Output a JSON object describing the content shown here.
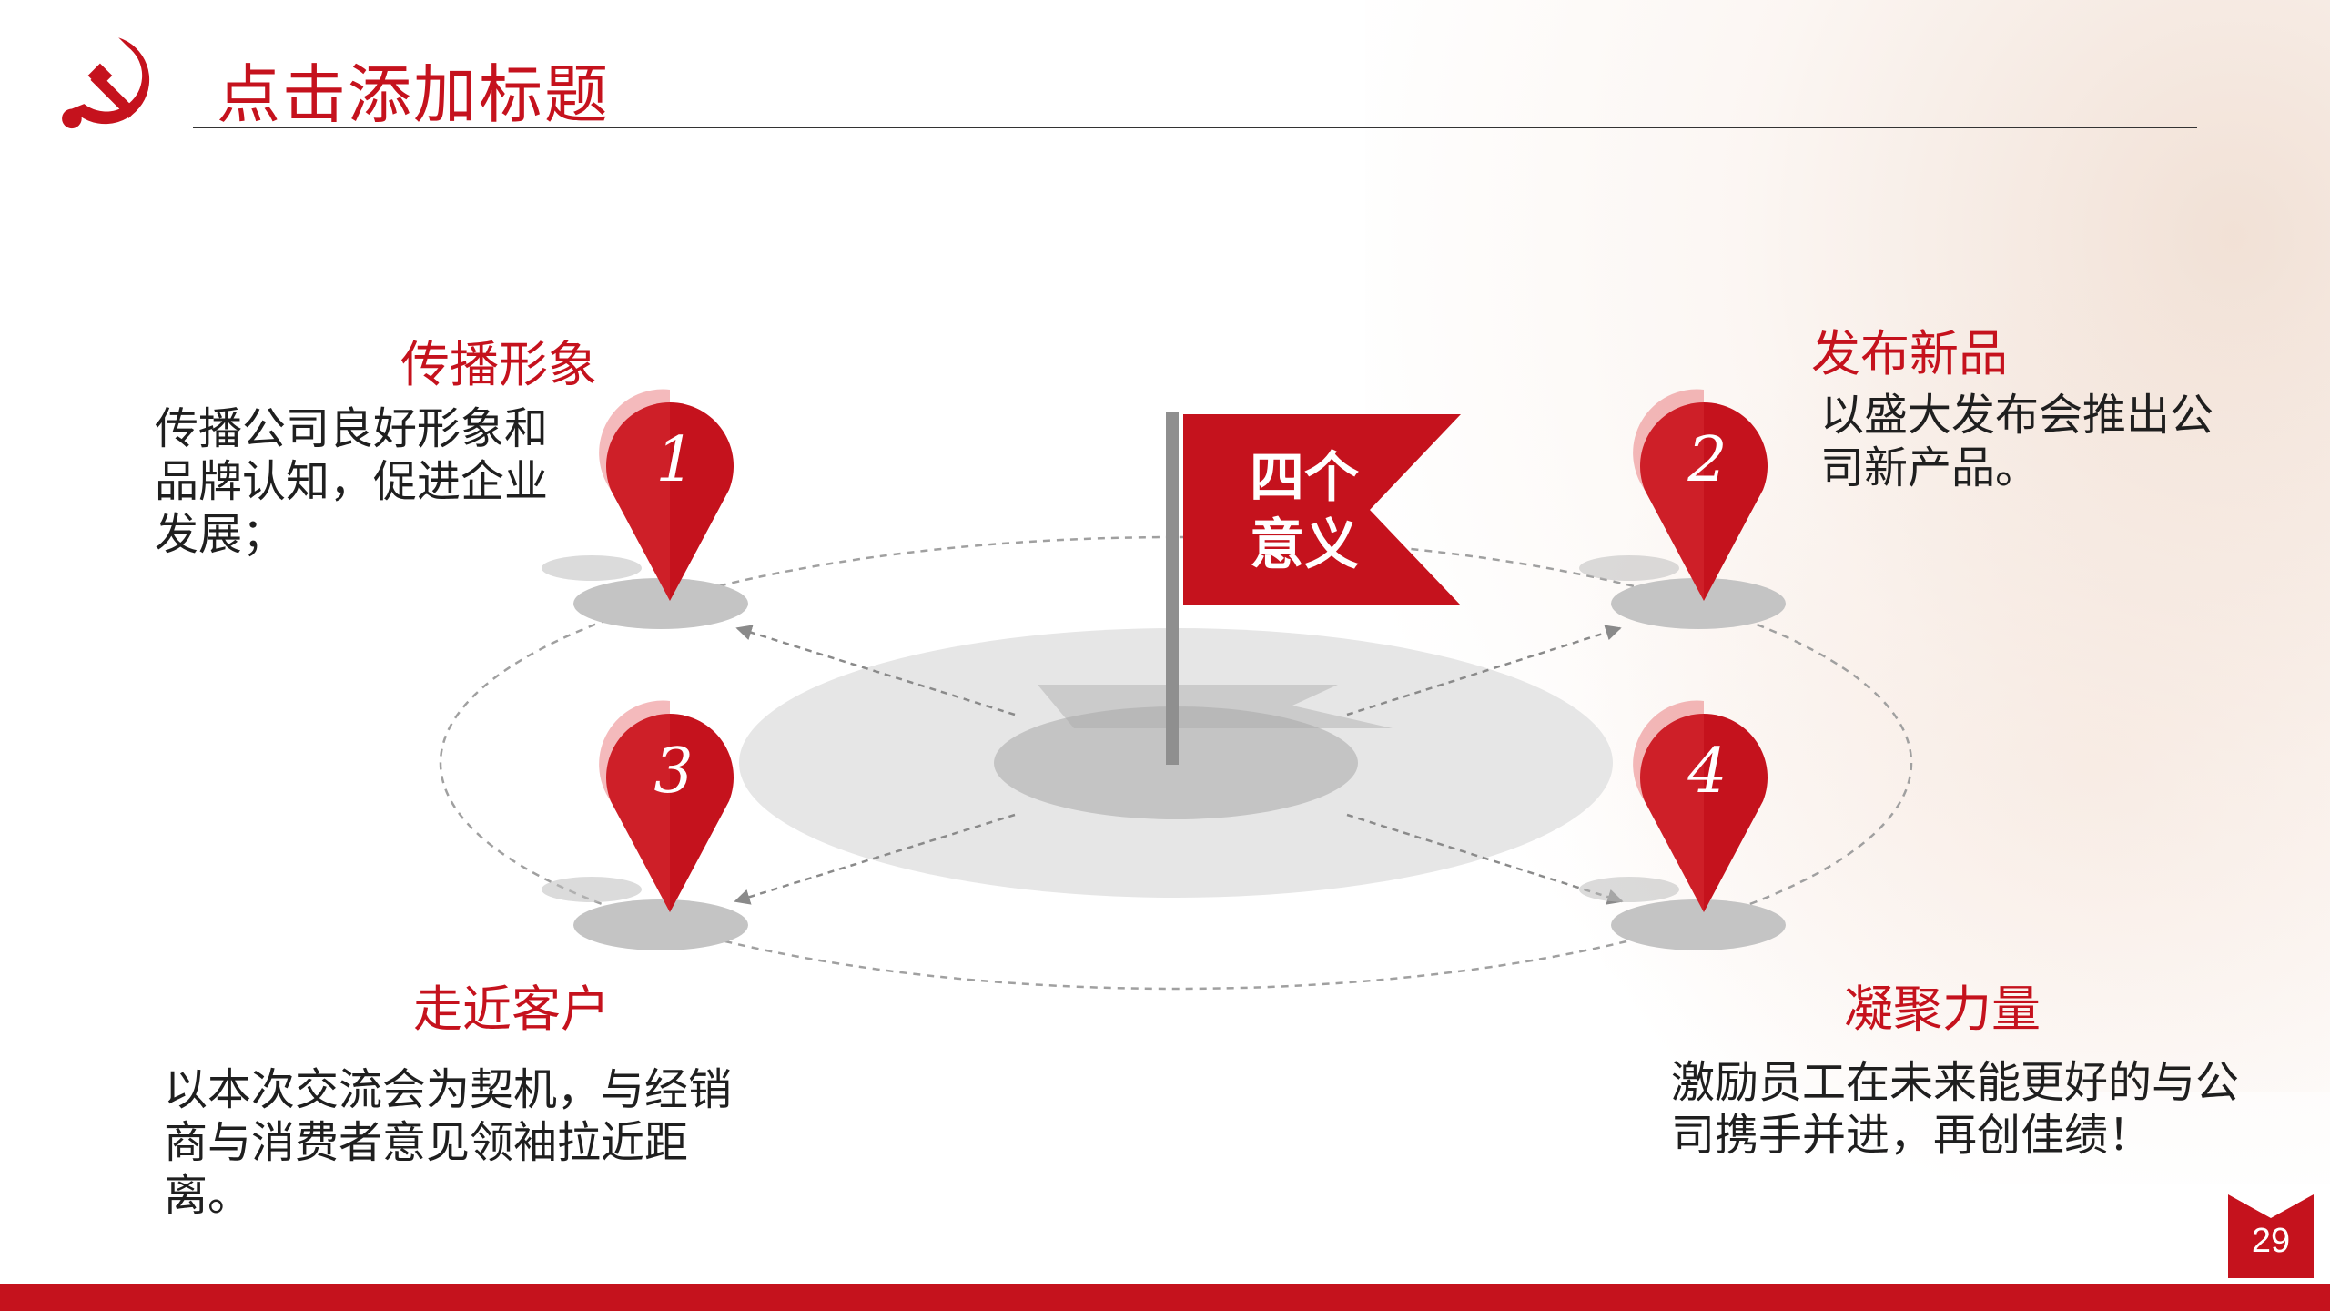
{
  "header": {
    "title": "点击添加标题",
    "emblem_icon": "hammer-sickle-icon"
  },
  "center": {
    "flag_text": "四个意义",
    "flag_line1": "四个",
    "flag_line2": "意义",
    "flag_icon": "flag-icon"
  },
  "markers": [
    {
      "number": "1",
      "icon": "map-pin-icon"
    },
    {
      "number": "2",
      "icon": "map-pin-icon"
    },
    {
      "number": "3",
      "icon": "map-pin-icon"
    },
    {
      "number": "4",
      "icon": "map-pin-icon"
    }
  ],
  "items": [
    {
      "heading": "传播形象",
      "desc_lines": [
        "传播公司良好形象和",
        "品牌认知，促进企业",
        "发展；"
      ]
    },
    {
      "heading": "发布新品",
      "desc_lines": [
        "以盛大发布会推出公",
        "司新产品。"
      ]
    },
    {
      "heading": "走近客户",
      "desc_lines": [
        "以本次交流会为契机，与经销",
        "商与消费者意见领袖拉近距",
        "离。"
      ]
    },
    {
      "heading": "凝聚力量",
      "desc_lines": [
        "激励员工在未来能更好的与公",
        "司携手并进，再创佳绩！"
      ]
    }
  ],
  "footer": {
    "page_number": "29"
  },
  "colors": {
    "accent": "#c5121d",
    "text": "#1f1f1f",
    "ellipse": "#e6e6e6",
    "ellipse_inner": "#c4c4c4",
    "dash": "#9a9a9a"
  }
}
